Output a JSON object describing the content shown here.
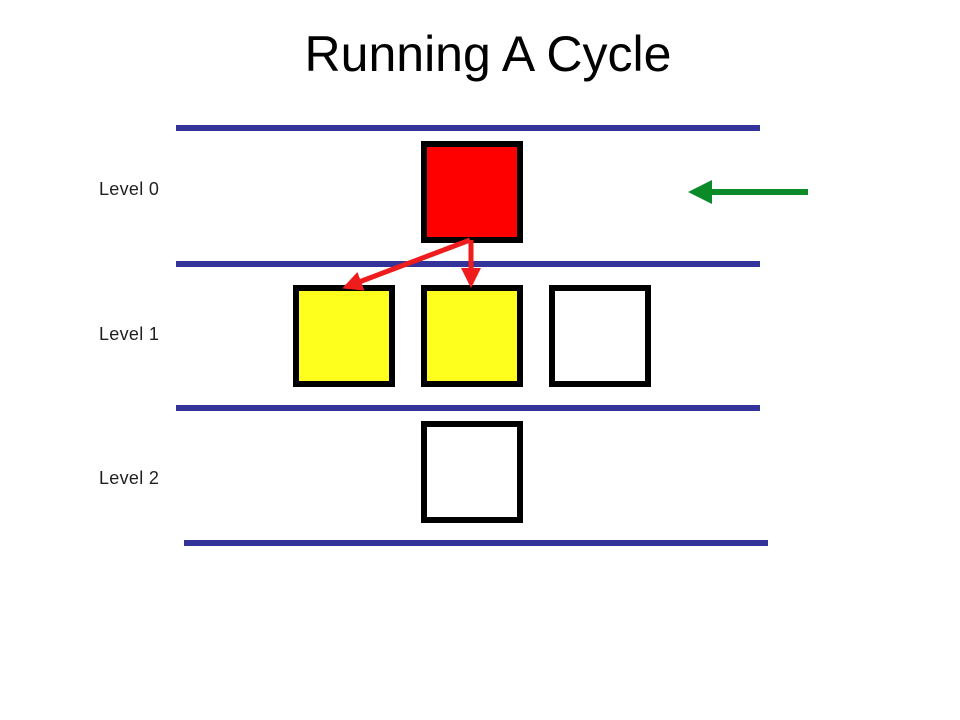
{
  "slide": {
    "title": "Running A Cycle"
  },
  "levels": [
    {
      "label": "Level 0",
      "nodes": [
        {
          "state": "red"
        }
      ]
    },
    {
      "label": "Level 1",
      "nodes": [
        {
          "state": "yellow"
        },
        {
          "state": "yellow"
        },
        {
          "state": "empty"
        }
      ]
    },
    {
      "label": "Level 2",
      "nodes": [
        {
          "state": "empty"
        }
      ]
    }
  ],
  "edges": [
    {
      "from": "level-0-node-0",
      "to": "level-1-node-0"
    },
    {
      "from": "level-0-node-0",
      "to": "level-1-node-1"
    }
  ],
  "indicator": {
    "icon": "left-arrow-icon",
    "points_to": "Level 0",
    "color": "#0b8a2a"
  },
  "colors": {
    "divider": "#333399",
    "red": "#ff0000",
    "yellow": "#ffff1e",
    "empty": "#ffffff",
    "node_border": "#000000",
    "edge": "#ee1c1c"
  }
}
